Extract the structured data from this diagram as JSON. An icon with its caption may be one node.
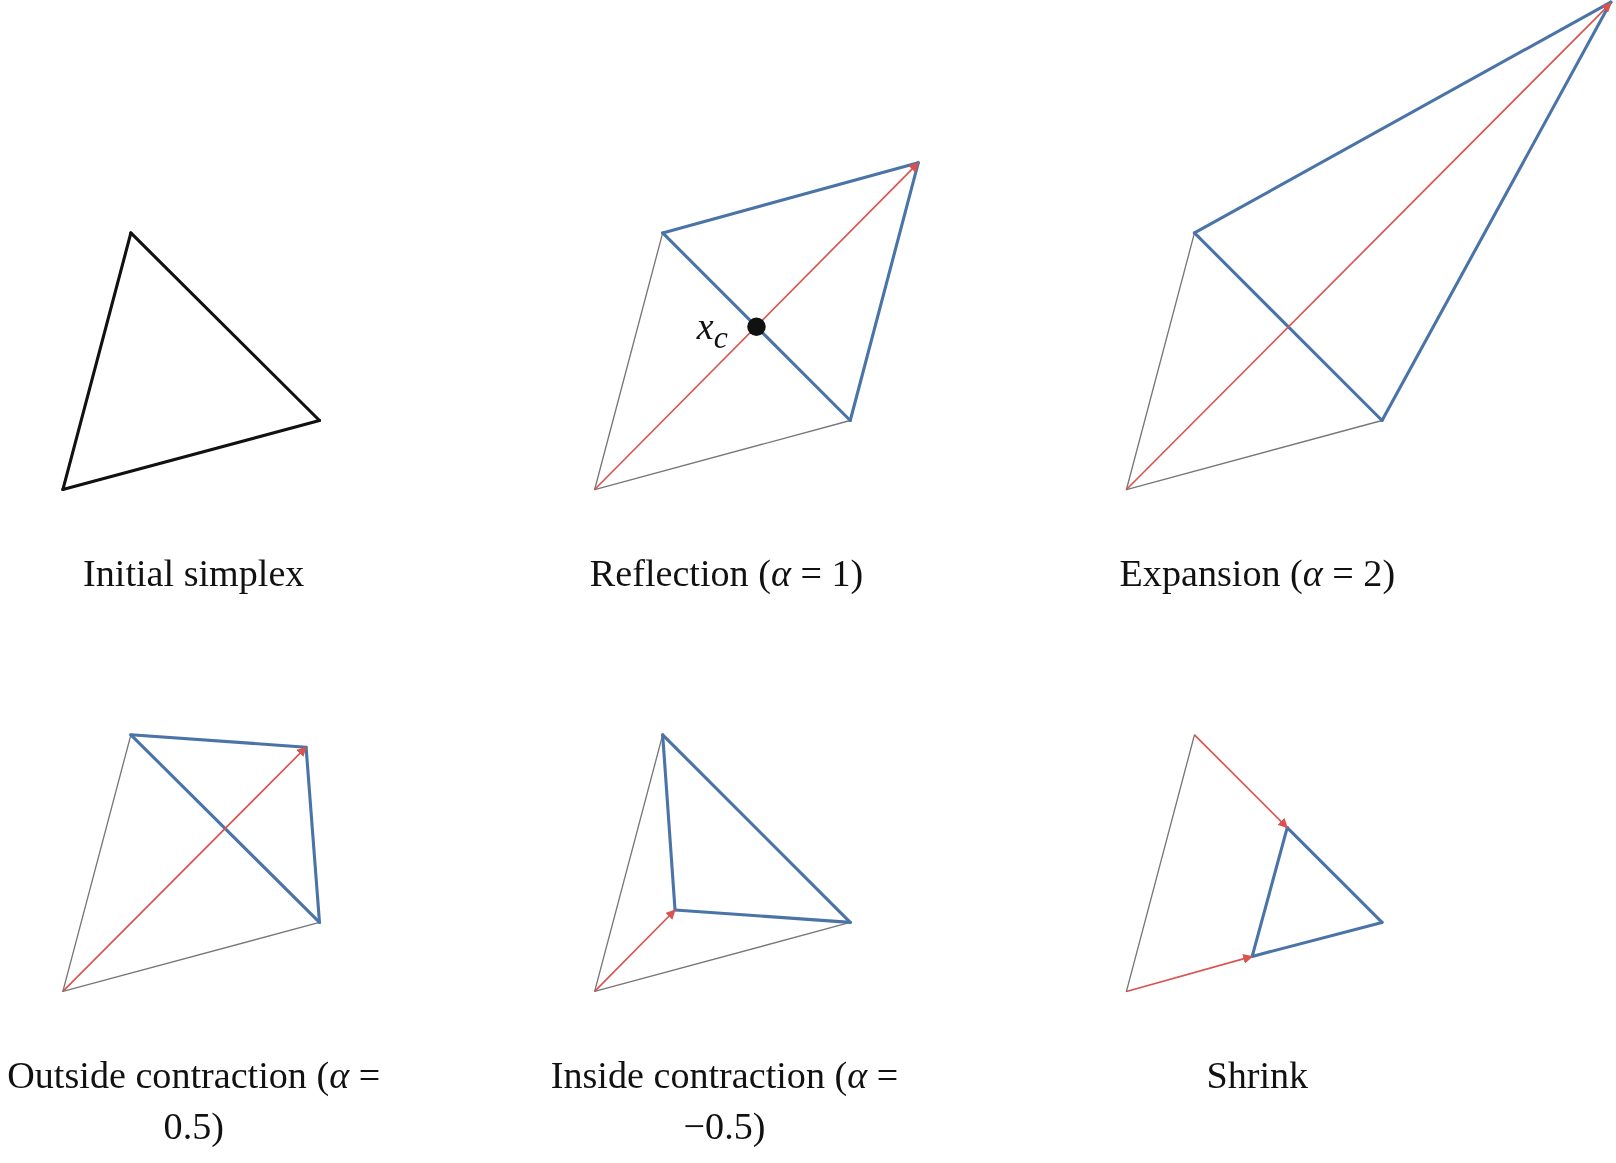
{
  "diagram": {
    "labels": [
      "x$_{c}$",
      "Initial simplex",
      "Reflection (*α* = 1)",
      "Expansion (*α* = 2)",
      "Outside contraction (*α* = 0.5)",
      "Inside contraction (*α* = −0.5)",
      "Shrink"
    ]
  }
}
